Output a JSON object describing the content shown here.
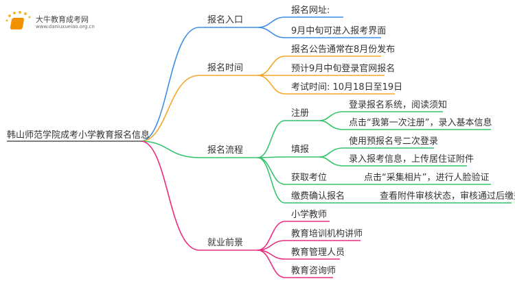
{
  "logo": {
    "title": "大牛教育成考网",
    "url": "www.daniuxueiao.org.cn"
  },
  "root": "韩山师范学院成考小学教育报名信息",
  "colors": {
    "entry": "#3b8de8",
    "time": "#f5a623",
    "process": "#33c46a",
    "career": "#ec2a7e"
  },
  "branches": {
    "entry": {
      "label": "报名入口",
      "items": [
        "报名网址:",
        "9月中旬可进入报考界面"
      ]
    },
    "time": {
      "label": "报名时间",
      "items": [
        "报名公告通常在8月份发布",
        "预计9月中旬登录官网报名",
        "考试时间: 10月18日至19日"
      ]
    },
    "process": {
      "label": "报名流程",
      "subs": [
        {
          "label": "注册",
          "items": [
            "登录报名系统，阅读须知",
            "点击“我第一次注册”，录入基本信息"
          ]
        },
        {
          "label": "填报",
          "items": [
            "使用预报名号二次登录",
            "录入报考信息，上传居住证附件"
          ]
        },
        {
          "label": "获取考位",
          "items": [
            "点击“采集相片”，进行人脸验证"
          ]
        },
        {
          "label": "缴费确认报名",
          "items": [
            "查看附件审核状态，审核通过后缴费"
          ]
        }
      ]
    },
    "career": {
      "label": "就业前景",
      "items": [
        "小学教师",
        "教育培训机构讲师",
        "教育管理人员",
        "教育咨询师"
      ]
    }
  }
}
